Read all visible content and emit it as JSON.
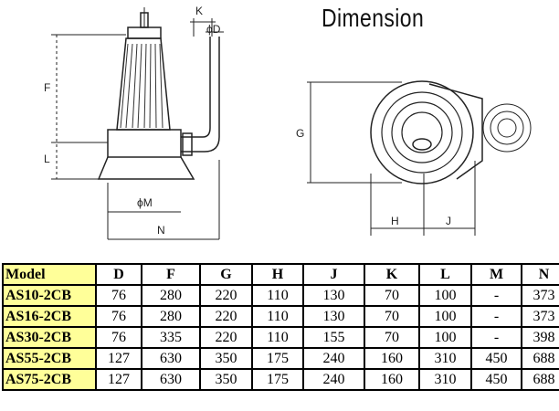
{
  "title": "Dimension",
  "drawing_labels": {
    "pump_side": {
      "k": "K",
      "d": "ϕD",
      "f": "F",
      "l": "L",
      "m": "ϕM",
      "n": "N"
    },
    "pump_top": {
      "g": "G",
      "h": "H",
      "j": "J"
    }
  },
  "table": {
    "headers": [
      "Model",
      "D",
      "F",
      "G",
      "H",
      "J",
      "K",
      "L",
      "M",
      "N"
    ],
    "rows": [
      [
        "AS10-2CB",
        "76",
        "280",
        "220",
        "110",
        "130",
        "70",
        "100",
        "-",
        "373"
      ],
      [
        "AS16-2CB",
        "76",
        "280",
        "220",
        "110",
        "130",
        "70",
        "100",
        "-",
        "373"
      ],
      [
        "AS30-2CB",
        "76",
        "335",
        "220",
        "110",
        "155",
        "70",
        "100",
        "-",
        "398"
      ],
      [
        "AS55-2CB",
        "127",
        "630",
        "350",
        "175",
        "240",
        "160",
        "310",
        "450",
        "688"
      ],
      [
        "AS75-2CB",
        "127",
        "630",
        "350",
        "175",
        "240",
        "160",
        "310",
        "450",
        "688"
      ]
    ]
  }
}
